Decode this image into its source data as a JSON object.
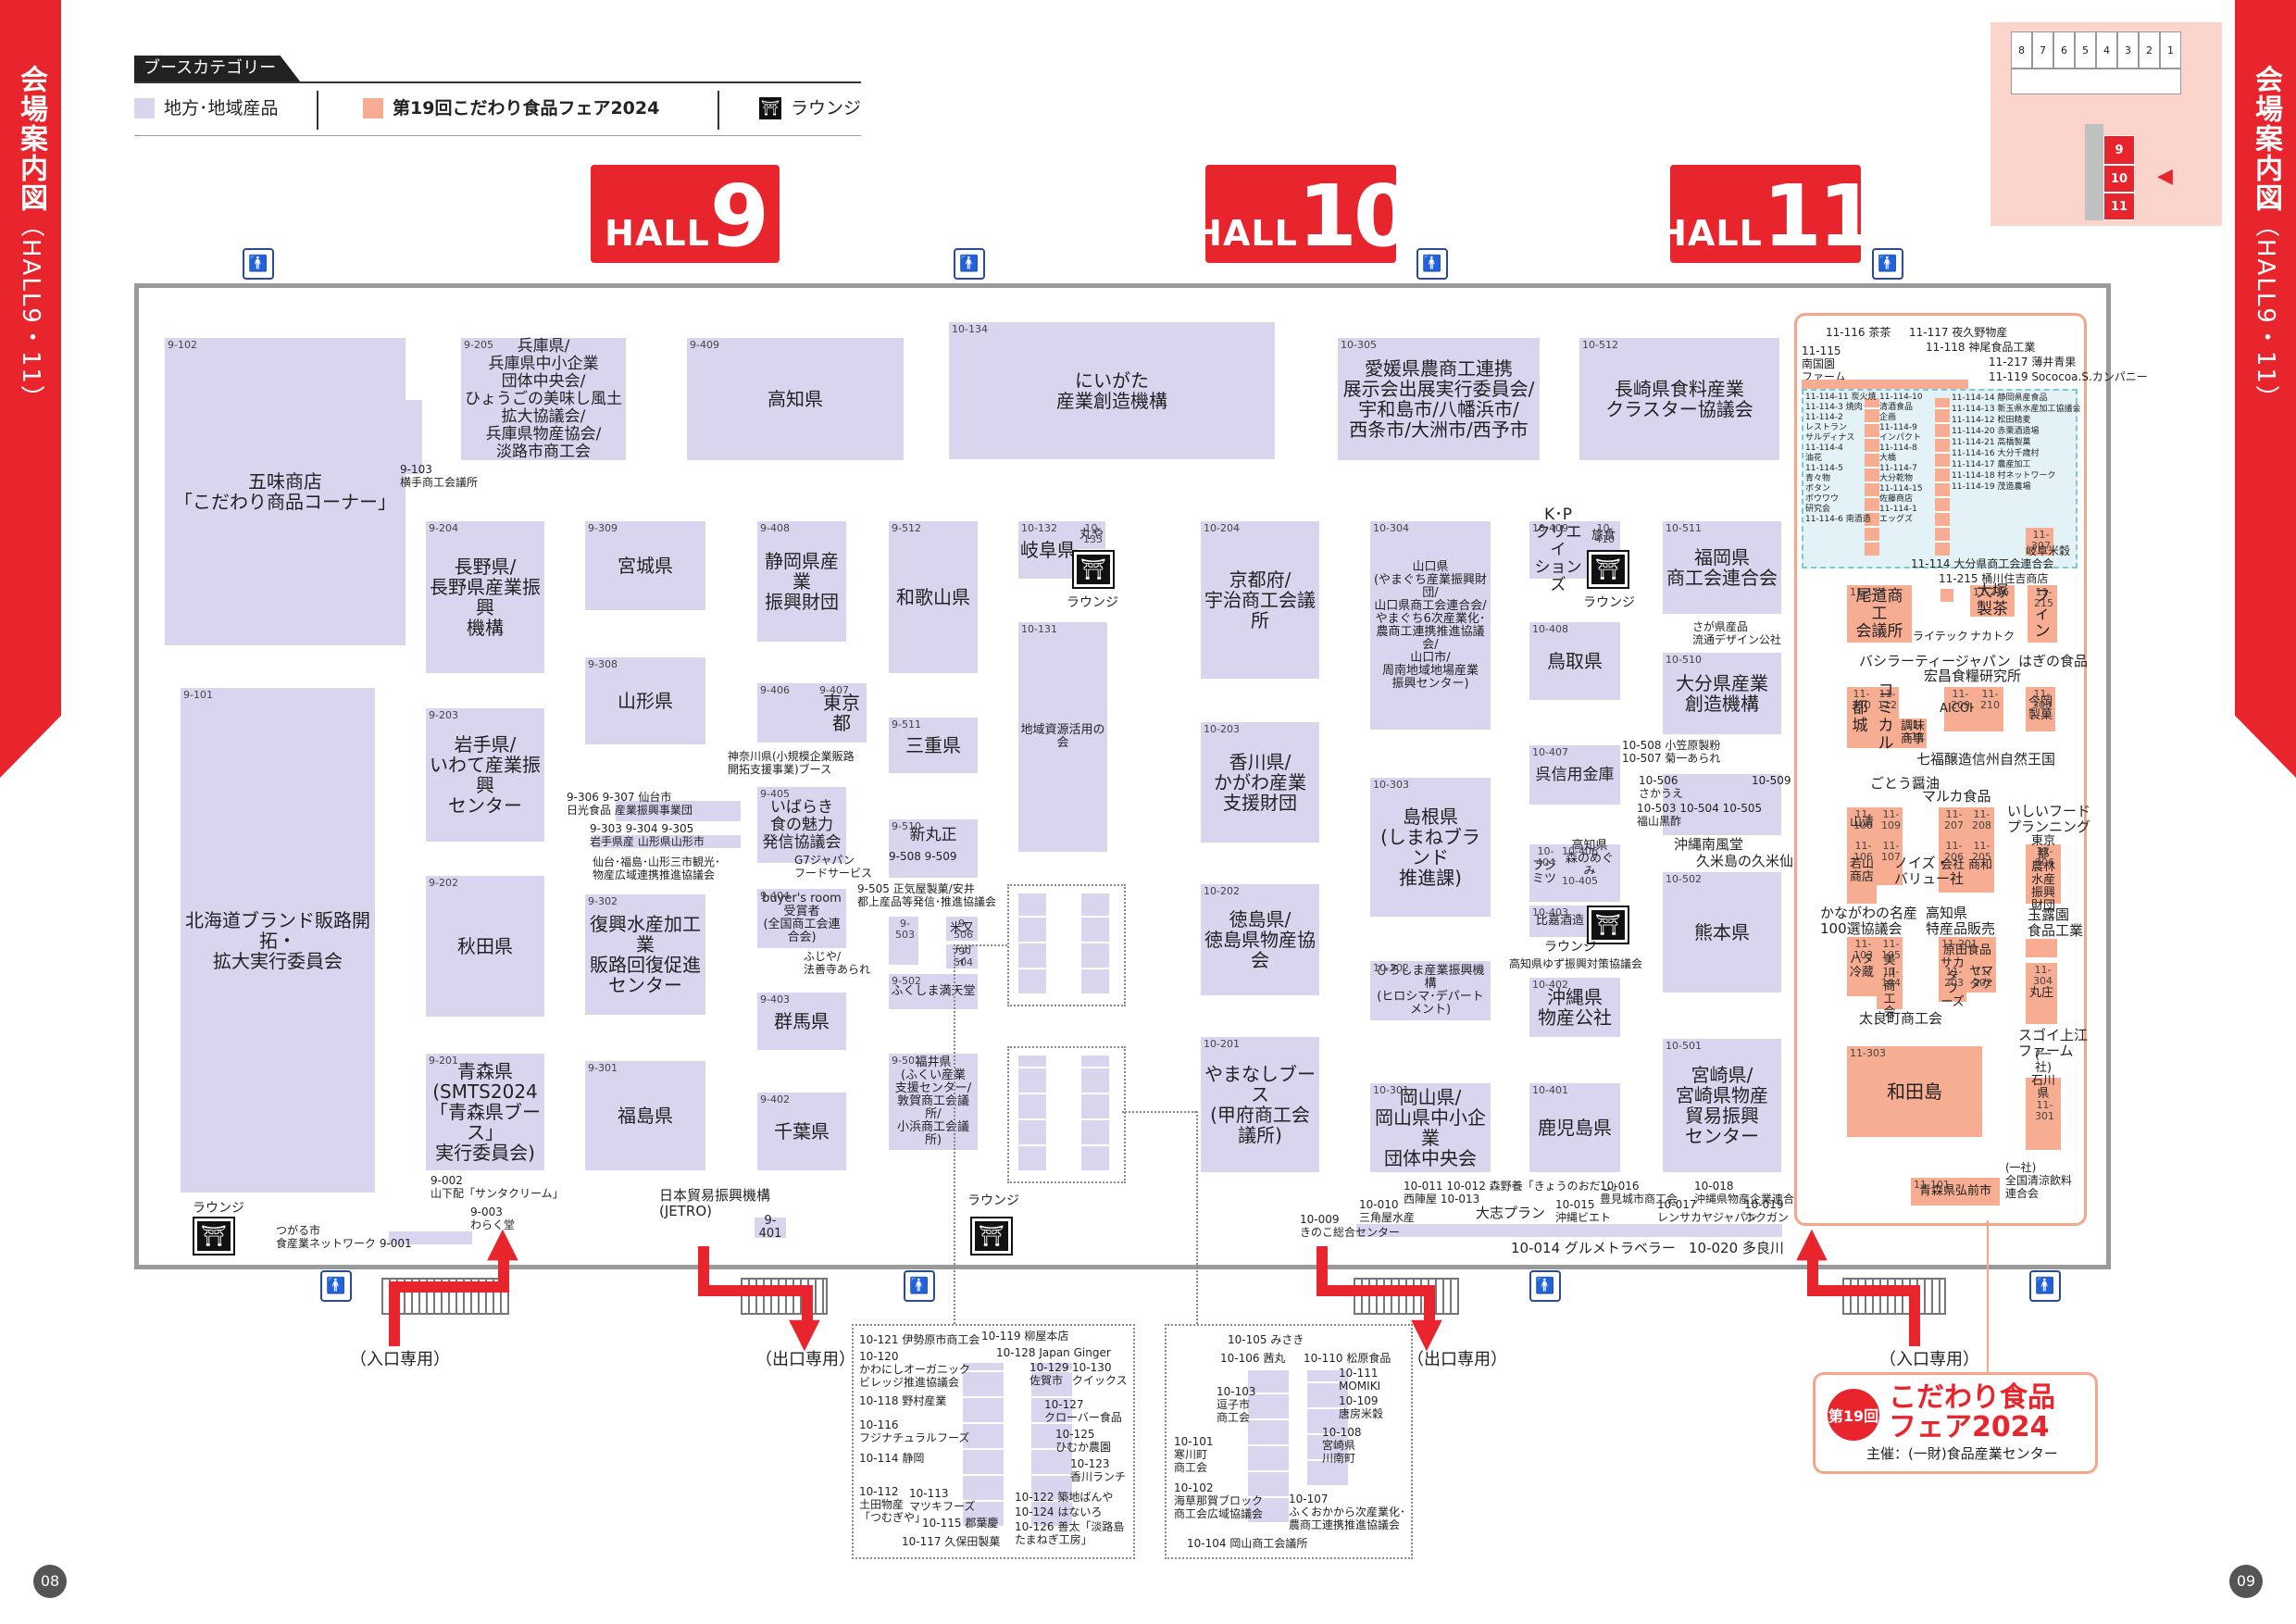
{
  "page": {
    "side_title": "会場案内図",
    "side_sub": "（HALL9・11）",
    "page_left": "08",
    "page_right": "09"
  },
  "legend": {
    "tag": "ブースカテゴリー",
    "item_region": "地方･地域産品",
    "item_fair": "第19回こだわり食品フェア2024",
    "item_lounge": "ラウンジ",
    "color_region": "#d9d5ef",
    "color_fair": "#f7ad91"
  },
  "halls": [
    {
      "word": "HALL",
      "num": "9"
    },
    {
      "word": "HALL",
      "num": "10"
    },
    {
      "word": "HALL",
      "num": "11"
    }
  ],
  "minimap": {
    "cells": [
      "8",
      "7",
      "6",
      "5",
      "4",
      "3",
      "2",
      "1"
    ],
    "halls": [
      "9",
      "10",
      "11"
    ]
  },
  "gates": {
    "entrance": "（入口専用）",
    "exit": "（出口専用）"
  },
  "lounge_label": "ラウンジ",
  "booths9": [
    {
      "id": "9-102",
      "name": "五味商店\n「こだわり商品コーナー」"
    },
    {
      "id": "9-103",
      "name": "横手商工会議所"
    },
    {
      "id": "9-101",
      "name": "北海道ブランド販路開拓・\n拡大実行委員会"
    },
    {
      "id": "9-205",
      "name": "兵庫県/\n兵庫県中小企業\n団体中央会/\nひょうごの美味し風土\n拡大協議会/\n兵庫県物産協会/\n淡路市商工会"
    },
    {
      "id": "9-204",
      "name": "長野県/\n長野県産業振興\n機構"
    },
    {
      "id": "9-203",
      "name": "岩手県/\nいわて産業振興\nセンター"
    },
    {
      "id": "9-202",
      "name": "秋田県"
    },
    {
      "id": "9-201",
      "name": "青森県\n(SMTS2024\n「青森県ブース」\n実行委員会)"
    },
    {
      "id": "9-409",
      "name": "高知県"
    },
    {
      "id": "9-309",
      "name": "宮城県"
    },
    {
      "id": "9-308",
      "name": "山形県"
    },
    {
      "id": "9-302",
      "name": "復興水産加工業\n販路回復促進\nセンター"
    },
    {
      "id": "9-301",
      "name": "福島県"
    },
    {
      "id": "9-408",
      "name": "静岡県産業\n振興財団"
    },
    {
      "id": "9-406",
      "name": ""
    },
    {
      "id": "9-407",
      "name": "東京都"
    },
    {
      "id": "9-405",
      "name": "いばらき\n食の魅力\n発信協議会"
    },
    {
      "id": "9-404",
      "name": "buyer's room\n受賞者\n(全国商工会連合会)"
    },
    {
      "id": "9-403",
      "name": "群馬県"
    },
    {
      "id": "9-402",
      "name": "千葉県"
    },
    {
      "id": "9-512",
      "name": "和歌山県"
    },
    {
      "id": "9-511",
      "name": "三重県"
    },
    {
      "id": "9-510",
      "name": "新丸正"
    },
    {
      "id": "9-501",
      "name": "福井県\n(ふくい産業\n支援センター/\n敦賀商工会議所/\n小浜商工会議所)"
    },
    {
      "id": "9-502",
      "name": "ふくしま満天堂"
    },
    {
      "id": "9-503",
      "name": ""
    },
    {
      "id": "9-506",
      "name": "米又"
    },
    {
      "id": "9-504",
      "name": "ナガイ"
    }
  ],
  "labels9": {
    "l9305": "9-306 9-307 仙台市\n日光食品   産業振興事業団",
    "l9303": "9-303     9-304 9-305\n岩手県産     山形県山形市",
    "lsendai": "仙台･福島･山形三市観光･\n物産広域連携推進協議会",
    "lkana": "神奈川県(小規模企業販路\n開拓支援事業)ブース",
    "lg7": "G7ジャパン\nフードサービス",
    "l9508": "9-508      9-509",
    "l9505": "9-505   正気屋製菓/安井\n都上産品等発信･推進協議会",
    "lfuji": "ふじや/\n法善寺あられ",
    "l9002": "9-002\n山下配「サンタクリーム」",
    "l9003": "9-003\nわらく堂",
    "ltsugaru": "つがる市\n食産業ネットワーク 9-001",
    "ljetro": "日本貿易振興機構\n(JETRO)",
    "l9401": "9-401"
  },
  "booths10": [
    {
      "id": "10-134",
      "name": "にいがた\n産業創造機構"
    },
    {
      "id": "10-132",
      "name": "岐阜県"
    },
    {
      "id": "10-133",
      "name": "丸や"
    },
    {
      "id": "10-131",
      "name": "地域資源活用の会"
    },
    {
      "id": "10-305",
      "name": "愛媛県農商工連携\n展示会出展実行委員会/\n宇和島市/八幡浜市/\n西条市/大洲市/西予市"
    },
    {
      "id": "10-204",
      "name": "京都府/\n宇治商工会議所"
    },
    {
      "id": "10-203",
      "name": "香川県/\nかがわ産業\n支援財団"
    },
    {
      "id": "10-202",
      "name": "徳島県/\n徳島県物産協会"
    },
    {
      "id": "10-201",
      "name": "やまなしブース\n(甲府商工会議所)"
    },
    {
      "id": "10-304",
      "name": "山口県\n(やまぐち産業振興財団/\n山口県商工会連合会/\nやまぐち6次産業化･\n農商工連携推進協議会/\n山口市/\n周南地域地場産業\n振興センター)"
    },
    {
      "id": "10-303",
      "name": "島根県\n(しまねブランド\n推進課)"
    },
    {
      "id": "10-302",
      "name": "ひろしま産業振興機構\n(ヒロシマ･デパートメント)"
    },
    {
      "id": "10-301",
      "name": "岡山県/\n岡山県中小企業\n団体中央会"
    },
    {
      "id": "10-512",
      "name": "長崎県食料産業\nクラスター協議会"
    },
    {
      "id": "10-409",
      "name": "K･P\nクリエイ\nションズ"
    },
    {
      "id": "10-410",
      "name": "旅食"
    },
    {
      "id": "10-408",
      "name": "鳥取県"
    },
    {
      "id": "10-407",
      "name": "呉信用金庫"
    },
    {
      "id": "10-404",
      "name": "フジミツ"
    },
    {
      "id": "10-406",
      "name": "高知県\n森のめぐみ"
    },
    {
      "id": "10-405",
      "name": ""
    },
    {
      "id": "10-403",
      "name": "比嘉酒造"
    },
    {
      "id": "10-402",
      "name": "沖縄県\n物産公社"
    },
    {
      "id": "10-401",
      "name": "鹿児島県"
    },
    {
      "id": "10-511",
      "name": "福岡県\n商工会連合会"
    },
    {
      "id": "10-510",
      "name": "大分県産業\n創造機構"
    },
    {
      "id": "10-502",
      "name": "熊本県"
    },
    {
      "id": "10-501",
      "name": "宮崎県/\n宮崎県物産\n貿易振興\nセンター"
    }
  ],
  "labels10": {
    "lsaga": "さが県産品\n流通デザイン公社",
    "l10508": "10-508 小笠原製粉\n10-507 菊一あられ",
    "l10506": "10-506\nさかうえ",
    "l10503": "10-503 10-504 10-505\n福山黒酢",
    "l10509": "10-509",
    "lokinawa": "沖縄南風堂",
    "lkumejima": "久米島の久米仙",
    "lkochi": "高知県ゆず振興対策協議会",
    "l10011": "10-011      10-012 森野養「きょうのおだし」\n西陣屋      10-013",
    "l10010": "10-010\n三角屋水産",
    "l10013": "大志プラン",
    "l10009": "10-009\nきのこ総合センター",
    "l10015": "10-015\n沖縄ビエト",
    "l10016": "10-016\n豊見城市商工会",
    "l10017": "10-017\nレンサカヤジャパン",
    "l10018": "10-018\n沖縄県物産企業連合",
    "l10019": "10-019\nホクガン",
    "l10014": "10-014 グルメトラベラー",
    "l10020": "10-020 多良川"
  },
  "block10a": {
    "l121": "10-121 伊勢原市商工会",
    "l120": "10-120\nかわにしオーガニック\nビレッジ推進協議会",
    "l118": "10-118 野村産業",
    "l116": "10-116\nフジナチュラルフーズ",
    "l114": "10-114 静岡",
    "l112": "10-112\n土田物産\n「つむぎや」",
    "l113": "10-113\nマツキフーズ",
    "l115": "10-115 郡葉慶",
    "l117": "10-117 久保田製菓",
    "l119": "10-119 柳屋本店",
    "l128": "10-128 Japan Ginger",
    "l129": "10-129\n佐賀市",
    "l130": "10-130\nクイックス",
    "l127": "10-127\nクローバー食品",
    "l125": "10-125\nひむか農園",
    "l123": "10-123\n香川ランチ",
    "l122": "10-122 築地ばんや",
    "l124": "10-124 はないろ",
    "l126": "10-126 善太「淡路島\nたまねぎ工房」"
  },
  "block10b": {
    "l105": "10-105 みさき",
    "l106": "10-106 茜丸",
    "l103": "10-103\n逗子市\n商工会",
    "l101": "10-101\n寒川町\n商工会",
    "l102": "10-102\n海草那賀ブロック\n商工会広域協議会",
    "l104": "10-104 岡山商工会議所",
    "l110": "10-110 松原食品",
    "l111": "10-111\nMOMIKI",
    "l109": "10-109\n唐房米穀",
    "l108": "10-108\n宮崎県\n川南町",
    "l107": "10-107\nふくおかから次産業化･\n農商工連携推進協議会"
  },
  "booths11": [
    {
      "id": "11-113",
      "name": "尾道商工\n会議所"
    },
    {
      "id": "11-216",
      "name": "大塚製茶"
    },
    {
      "id": "11-215",
      "name": "フィン"
    },
    {
      "id": "11-213",
      "name": "ライテック"
    },
    {
      "id": "11-214",
      "name": "ナカトク"
    },
    {
      "id": "11-110",
      "name": "都城"
    },
    {
      "id": "11-112",
      "name": "コミカル"
    },
    {
      "id": "11-111",
      "name": "調味商事"
    },
    {
      "id": "11-209",
      "name": "AICOH"
    },
    {
      "id": "11-210",
      "name": ""
    },
    {
      "id": "11-308",
      "name": "今岡製菓"
    },
    {
      "id": "11-108",
      "name": "山清"
    },
    {
      "id": "11-109",
      "name": ""
    },
    {
      "id": "11-106",
      "name": "若山商店"
    },
    {
      "id": "11-107",
      "name": ""
    },
    {
      "id": "11-207",
      "name": ""
    },
    {
      "id": "11-208",
      "name": ""
    },
    {
      "id": "11-205",
      "name": "商和"
    },
    {
      "id": "11-206",
      "name": "会社"
    },
    {
      "id": "11-306",
      "name": "東京都\n農林水産\n振興財団"
    },
    {
      "id": "11-305",
      "name": "玉露園\n食品工業"
    },
    {
      "id": "11-103",
      "name": "ハタ冷蔵"
    },
    {
      "id": "11-105",
      "name": ""
    },
    {
      "id": "11-104",
      "name": "美川\n商工会"
    },
    {
      "id": "11-201",
      "name": "原田食品"
    },
    {
      "id": "11-203",
      "name": "サカタ\nフーズ"
    },
    {
      "id": "11-202",
      "name": "ヤマタケ"
    },
    {
      "id": "11-304",
      "name": "丸庄"
    },
    {
      "id": "11-303",
      "name": "和田島"
    },
    {
      "id": "11-102",
      "name": "(一社)\n石川県\n食品協会"
    },
    {
      "id": "11-301",
      "name": ""
    },
    {
      "id": "11-101",
      "name": "青森県弘前市"
    },
    {
      "id": "11-307",
      "name": "岐阜米穀"
    }
  ],
  "labels11": {
    "l116": "11-116 茶茶",
    "l117": "11-117 夜久野物産",
    "l118": "11-118 神尾食品工業",
    "l217": "11-217 薄井青果",
    "l119": "11-119 Sococoa.S.カンパニー",
    "l115": "11-115\n南国園\nファーム",
    "inner_left": "11-114-11 炭火焼\n11-114-3 焼肉\n11-114-2\nレストラン\nサルディナス\n11-114-4\n油花\n11-114-5\n青々物\nボタン\nボウワウ\n研究会\n11-114-6 南酒造",
    "inner_right": "11-114-14 静岡県産食品\n11-114-13 新玉県水産加工協議会\n11-114-12 松田精麦\n11-114-20 赤栗酒造場\n11-114-21 高橋製菓\n11-114-16 大分千歳村\n11-114-17 農産加工\n11-114-18 村ネットワーク\n11-114-19 茂造農場",
    "inner_mid": "11-114-10\n清酒食品\n企画\n11-114-9\nインパクト\n11-114-8\n大橋\n11-114-7\n大分乾物\n11-114-15\n佐藤商店\n11-114-1\nエッグズ",
    "l114": "11-114 大分県商工会連合会",
    "l215": "11-215 桶川住吉商店",
    "lbasil": "バシラーティージャパン",
    "lsoushoku": "宏昌食糧研究所",
    "lhagino": "はぎの食品",
    "lnanatsu": "七福醸造",
    "lshinshu": "信州自然王国",
    "lgoto": "ごとう醤油",
    "lmaruka": "マルカ食品",
    "lishii": "いしいフード\nプランニング",
    "lnoise": "ノイズ・\nバリュー社",
    "lkanagawa": "かながわの名産\n100選協議会",
    "lkochi11": "高知県\n特産品販売",
    "ltaihei": "太良町商工会",
    "lsugoi": "スゴイ上江\nファーム",
    "lseishu": "(一社)\n全国清涼飲料\n連合会",
    "lfairlogo1": "こだわり食品",
    "lfairlogo2": "フェア2024",
    "lfaircirc": "第19回",
    "lsponsor": "主催：(一財)食品産業センター"
  }
}
